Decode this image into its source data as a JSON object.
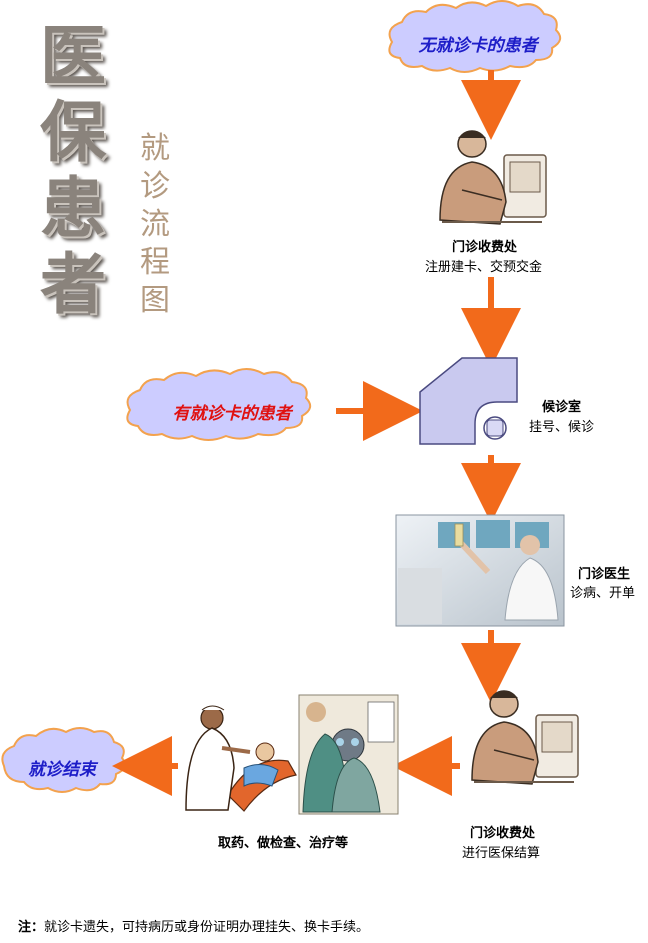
{
  "title": {
    "main_chars": [
      "医",
      "保",
      "患",
      "者"
    ],
    "sub_chars": [
      "就",
      "诊",
      "流",
      "程",
      "图"
    ]
  },
  "clouds": {
    "no_card": "无就诊卡的患者",
    "has_card": "有就诊卡的患者",
    "end": "就诊结束"
  },
  "steps": {
    "cashier1": {
      "title": "门诊收费处",
      "desc": "注册建卡、交预交金"
    },
    "waiting": {
      "title": "候诊室",
      "desc": "挂号、候诊"
    },
    "doctor": {
      "title": "门诊医生",
      "desc": "诊病、开单"
    },
    "cashier2": {
      "title": "门诊收费处",
      "desc": "进行医保结算"
    },
    "treatment": {
      "title": "取药、做检查、治疗等"
    }
  },
  "note": {
    "prefix": "注：",
    "text": "就诊卡遗失，可持病历或身份证明办理挂失、换卡手续。"
  },
  "colors": {
    "arrow": "#f26a1b",
    "cloud_fill": "#ccccff",
    "cloud_stroke": "#f3a24e",
    "text_blue": "#1d1dc8",
    "text_red": "#e01010",
    "title_gray": "#8a837c",
    "subtitle_tan": "#b39a80"
  }
}
